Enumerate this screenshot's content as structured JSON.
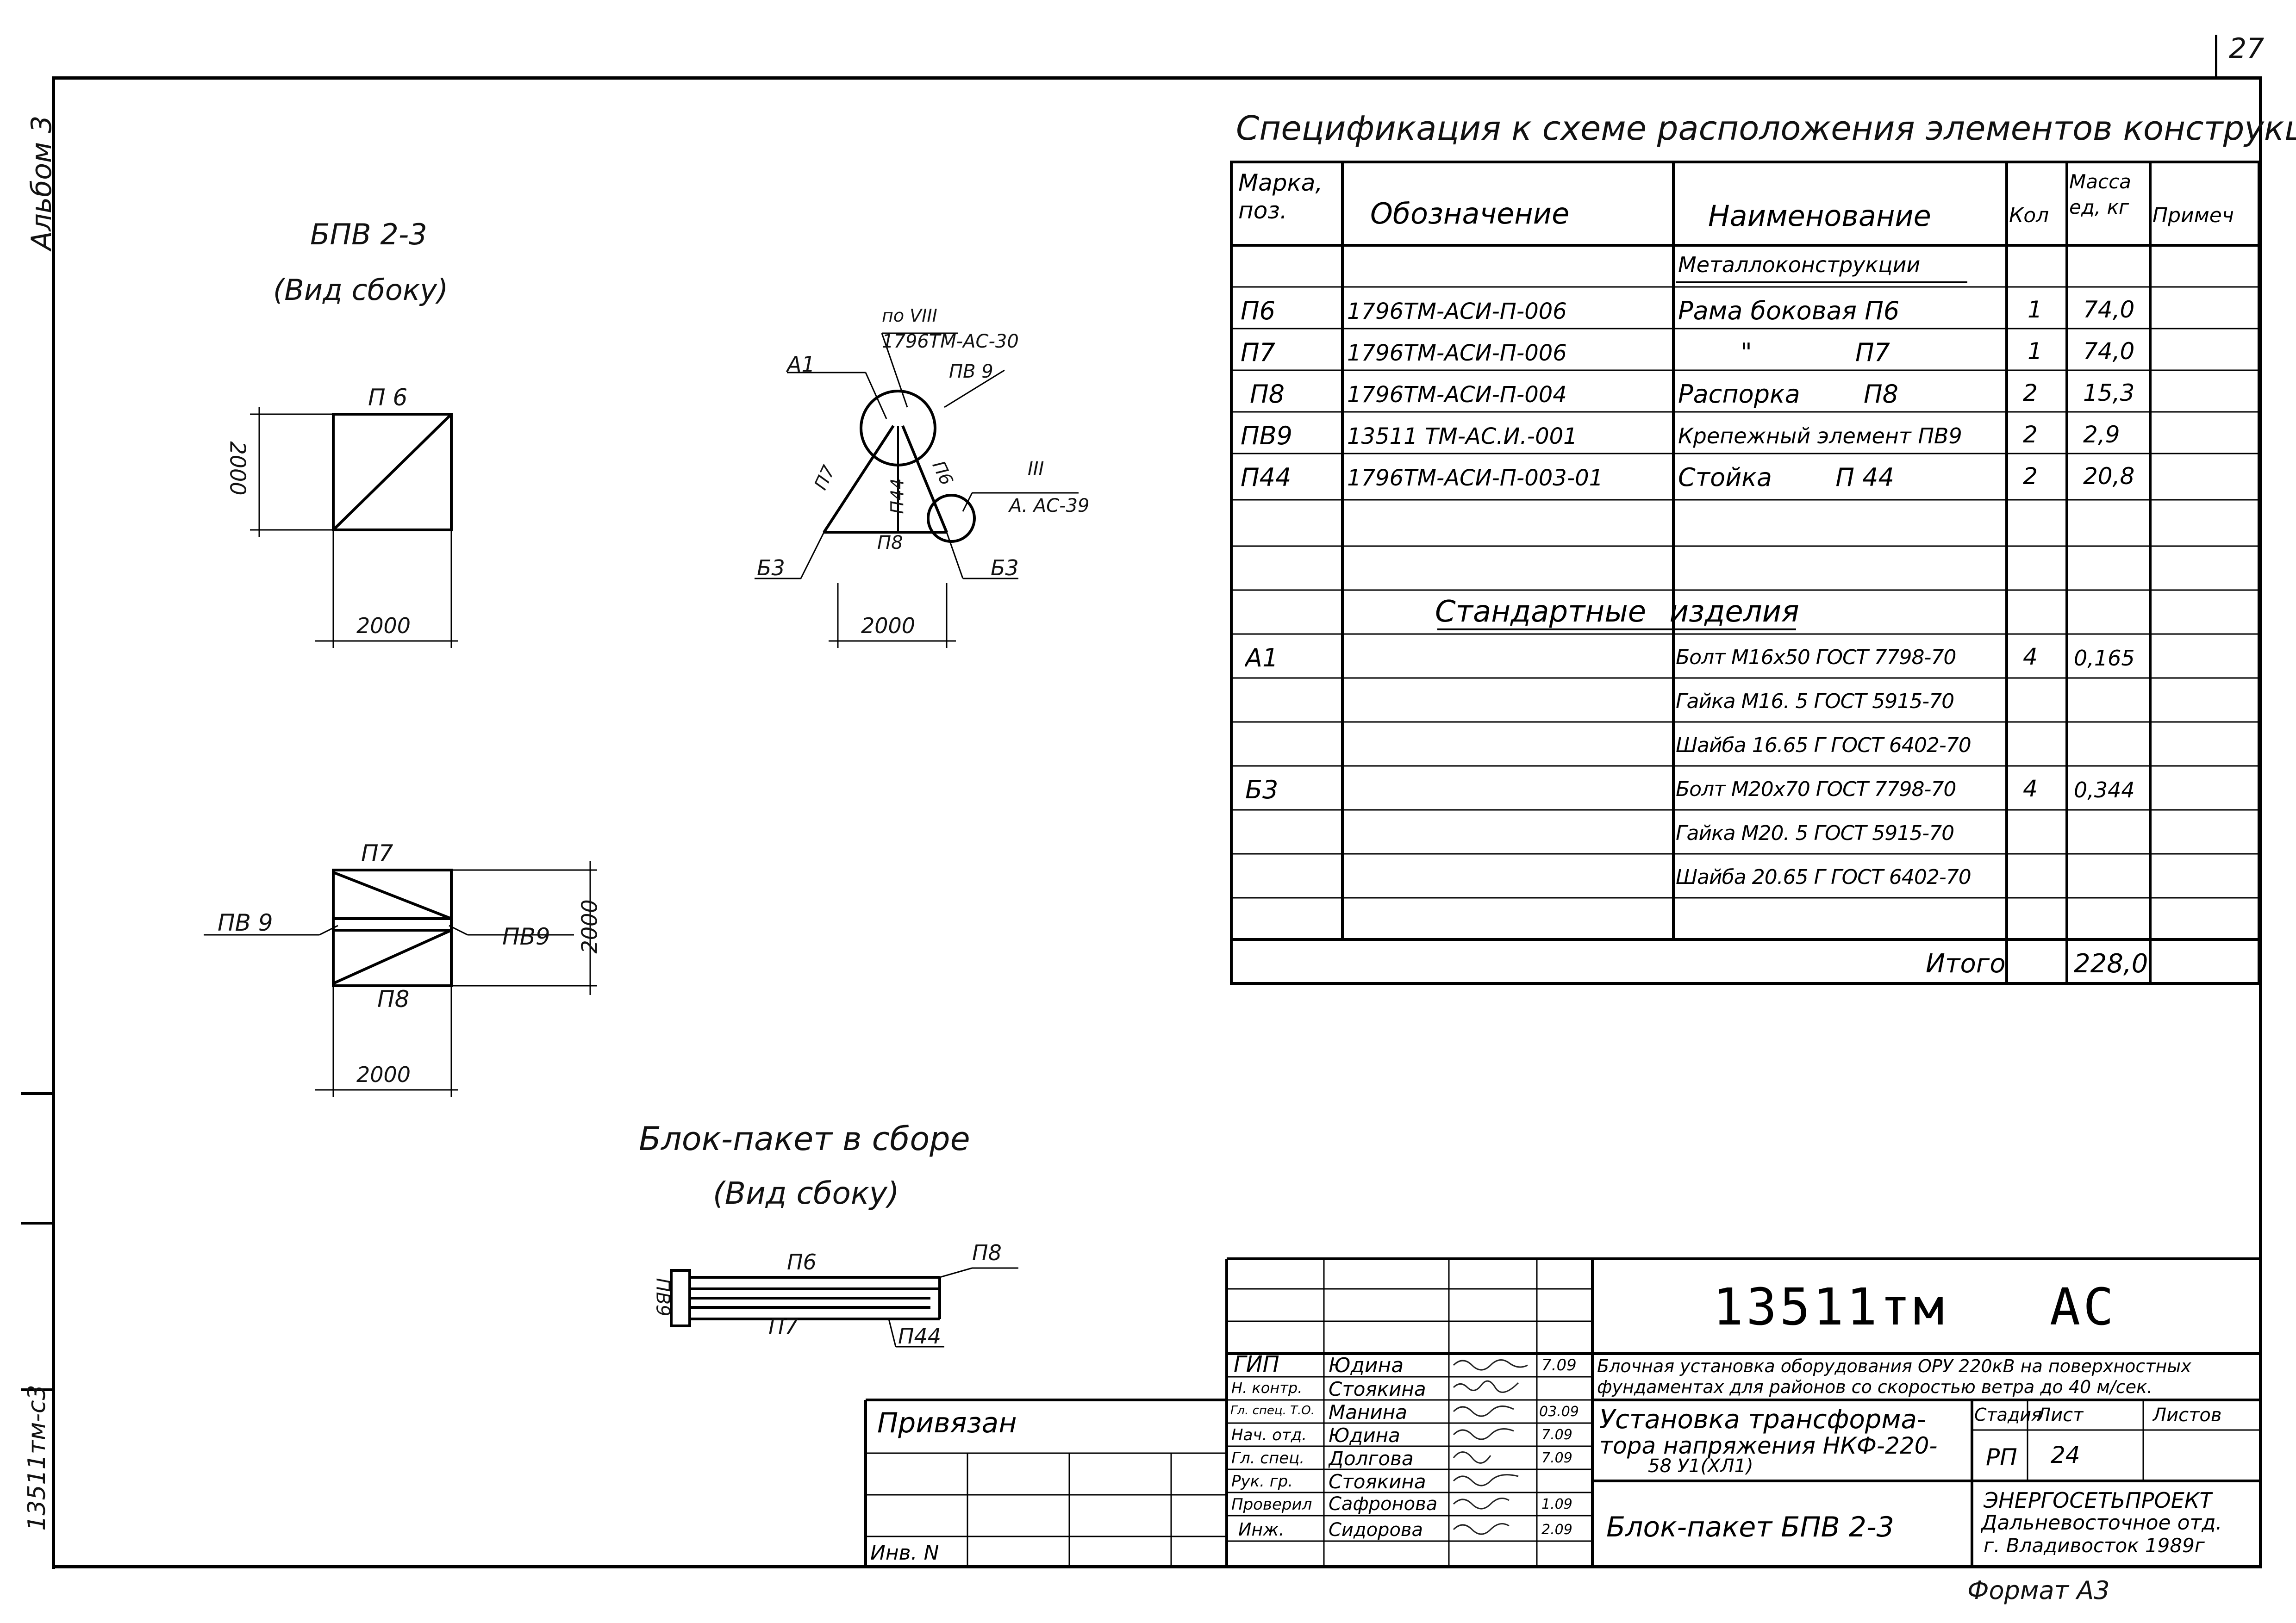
{
  "sheet_number": "27",
  "album_label": "Альбом 3",
  "left_margin_code": "13511тм-с3",
  "views": {
    "side_title": "БПВ 2-3",
    "side_subtitle": "(Вид сбоку)",
    "p6_label": "П 6",
    "p7_label": "П7",
    "p8_label": "П8",
    "pv9_label": "ПВ 9",
    "pv9_label_b": "ПВ9",
    "dim_2000": "2000",
    "top_node": {
      "a1": "А1",
      "po8": "по VIII",
      "ref1": "1796ТМ-АС-30",
      "pv9": "ПВ 9",
      "p7": "П7",
      "p44": "П44",
      "p6": "П6",
      "b3a": "Б3",
      "b3b": "Б3",
      "p8": "П8",
      "ref3_roman": "III",
      "ref3": "А. АС-39",
      "dim": "2000"
    },
    "assembly_title": "Блок-пакет в сборе",
    "assembly_subtitle": "(Вид сбоку)",
    "assembly": {
      "p6": "П6",
      "p8": "П8",
      "pv9": "ПВ9",
      "p7": "П7",
      "p44": "П44"
    }
  },
  "spec": {
    "title": "Спецификация к схеме расположения элементов конструкций",
    "headers": [
      "Марка, поз.",
      "Обозначение",
      "Наименование",
      "Кол",
      "Масса ед, кг",
      "Примеч"
    ],
    "section_metal": "Металлоконструкции",
    "rows": [
      {
        "mark": "П6",
        "designation": "1796ТМ-АСИ-П-006",
        "name": "Рама боковая П6",
        "qty": "1",
        "mass": "74,0"
      },
      {
        "mark": "П7",
        "designation": "1796ТМ-АСИ-П-006",
        "name": "\"             П7",
        "qty": "1",
        "mass": "74,0"
      },
      {
        "mark": "П8",
        "designation": "1796ТМ-АСИ-П-004",
        "name": "Распорка        П8",
        "qty": "2",
        "mass": "15,3"
      },
      {
        "mark": "ПВ9",
        "designation": "13511 ТМ-АС.И.-001",
        "name": "Крепежный элемент ПВ9",
        "qty": "2",
        "mass": "2,9"
      },
      {
        "mark": "П44",
        "designation": "1796ТМ-АСИ-П-003-01",
        "name": "Стойка        П 44",
        "qty": "2",
        "mass": "20,8"
      }
    ],
    "section_std": "Стандартные изделия",
    "std_rows": [
      {
        "mark": "А1",
        "name": "Болт М16х50 ГОСТ 7798-70",
        "qty": "4",
        "mass": "0,165"
      },
      {
        "mark": "",
        "name": "Гайка М16. 5 ГОСТ 5915-70",
        "qty": "",
        "mass": ""
      },
      {
        "mark": "",
        "name": "Шайба 16.65 Г ГОСТ 6402-70",
        "qty": "",
        "mass": ""
      },
      {
        "mark": "Б3",
        "name": "Болт М20х70 ГОСТ 7798-70",
        "qty": "4",
        "mass": "0,344"
      },
      {
        "mark": "",
        "name": "Гайка М20. 5 ГОСТ 5915-70",
        "qty": "",
        "mass": ""
      },
      {
        "mark": "",
        "name": "Шайба 20.65 Г ГОСТ 6402-70",
        "qty": "",
        "mass": ""
      }
    ],
    "total_label": "Итого",
    "total_value": "228,0"
  },
  "title_block": {
    "doc_code": "13511тм",
    "doc_suffix": "АС",
    "description_1": "Блочная установка оборудования ОРУ 220кВ на поверхностных",
    "description_2": "фундаментах для районов со скоростью ветра до 40 м/сек.",
    "object_title_1": "Установка трансформа-",
    "object_title_2": "тора напряжения НКФ-220-",
    "object_title_3": "58 У1(ХЛ1)",
    "sheet_title": "Блок-пакет БПВ 2-3",
    "stage_h": "Стадия",
    "sheet_h": "Лист",
    "sheets_h": "Листов",
    "stage": "РП",
    "sheet": "24",
    "org_1": "ЭНЕРГОСЕТЬПРОЕКТ",
    "org_2": "Дальневосточное отд.",
    "org_3": "г. Владивосток 1989г",
    "signers": [
      {
        "role": "ГИП",
        "name": "Юдина",
        "date": "7.09"
      },
      {
        "role": "Н. контр.",
        "name": "Стоякина",
        "date": ""
      },
      {
        "role": "Гл. спец. Т.О.",
        "name": "Манина",
        "date": "03.09"
      },
      {
        "role": "Нач. отд.",
        "name": "Юдина",
        "date": "7.09"
      },
      {
        "role": "Гл. спец.",
        "name": "Долгова",
        "date": "7.09"
      },
      {
        "role": "Рук. гр.",
        "name": "Стоякина",
        "date": ""
      },
      {
        "role": "Проверил",
        "name": "Сафронова",
        "date": "1.09"
      },
      {
        "role": "Инж.",
        "name": "Сидорова",
        "date": "2.09"
      }
    ],
    "privyazan": "Привязан",
    "inv": "Инв. N"
  },
  "format": "Формат А3"
}
